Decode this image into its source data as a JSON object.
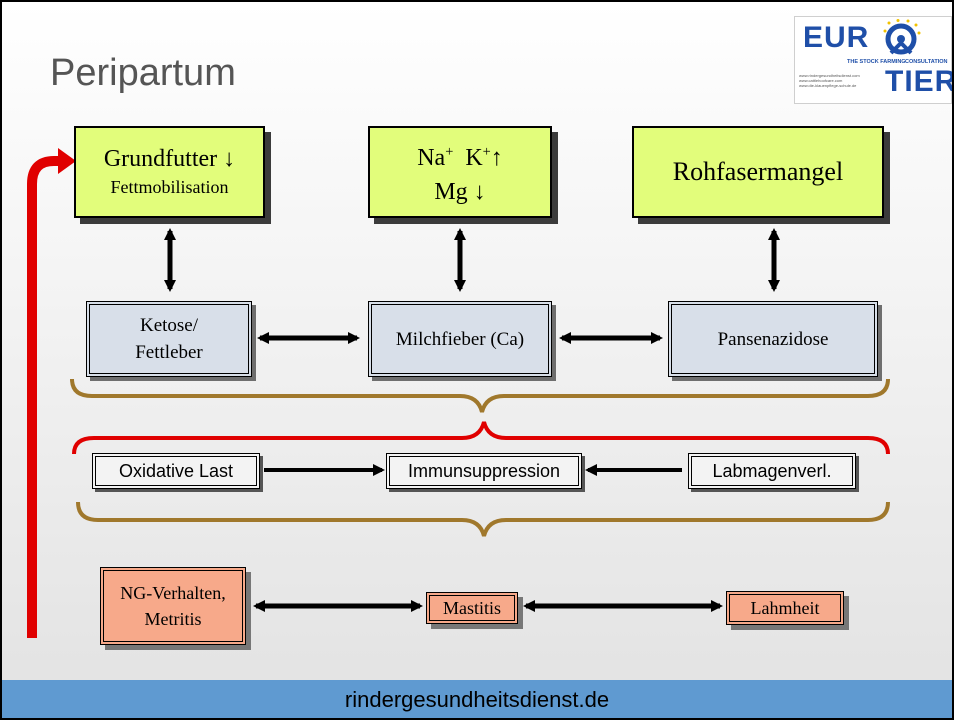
{
  "slide": {
    "title": "Peripartum",
    "footer": "rindergesundheitsdienst.de"
  },
  "logo": {
    "euro": "EUR",
    "tier": "TIER",
    "tagline_left": "THE STOCK FARMING",
    "tagline_right": "CONSULTATION",
    "urls": [
      "www.rindergesundheitsdienst.com",
      "www.cattlehoofcare.com",
      "www.die-klauenpflege-schule.de"
    ]
  },
  "causes": {
    "grundfutter": {
      "line1": "Grundfutter ↓",
      "line2": "Fettmobilisation"
    },
    "mineral": {
      "na": "Na",
      "k": "K",
      "plus": "+",
      "up": "↑",
      "line2": "Mg ↓"
    },
    "rohfaser": {
      "label": "Rohfasermangel"
    }
  },
  "diseases": {
    "ketose_line1": "Ketose/",
    "ketose_line2": "Fettleber",
    "milchfieber": "Milchfieber (Ca)",
    "pansenazidose": "Pansenazidose"
  },
  "stress": {
    "oxidative": "Oxidative Last",
    "immun": "Immunsuppression",
    "labmagen": "Labmagenverl."
  },
  "outcomes": {
    "ng_line1": "NG-Verhalten,",
    "ng_line2": "Metritis",
    "mastitis": "Mastitis",
    "lahmheit": "Lahmheit"
  },
  "colors": {
    "green_box": "#e2fd7b",
    "blue_box": "#d8dfe9",
    "orange_box": "#f7a98a",
    "white_box": "#f3f3f3",
    "footer": "#5f9ad1",
    "feedback_arrow": "#e00000",
    "brace_brown": "#a0782c",
    "brace_red": "#e00000",
    "logo_blue": "#1f4fa8"
  }
}
